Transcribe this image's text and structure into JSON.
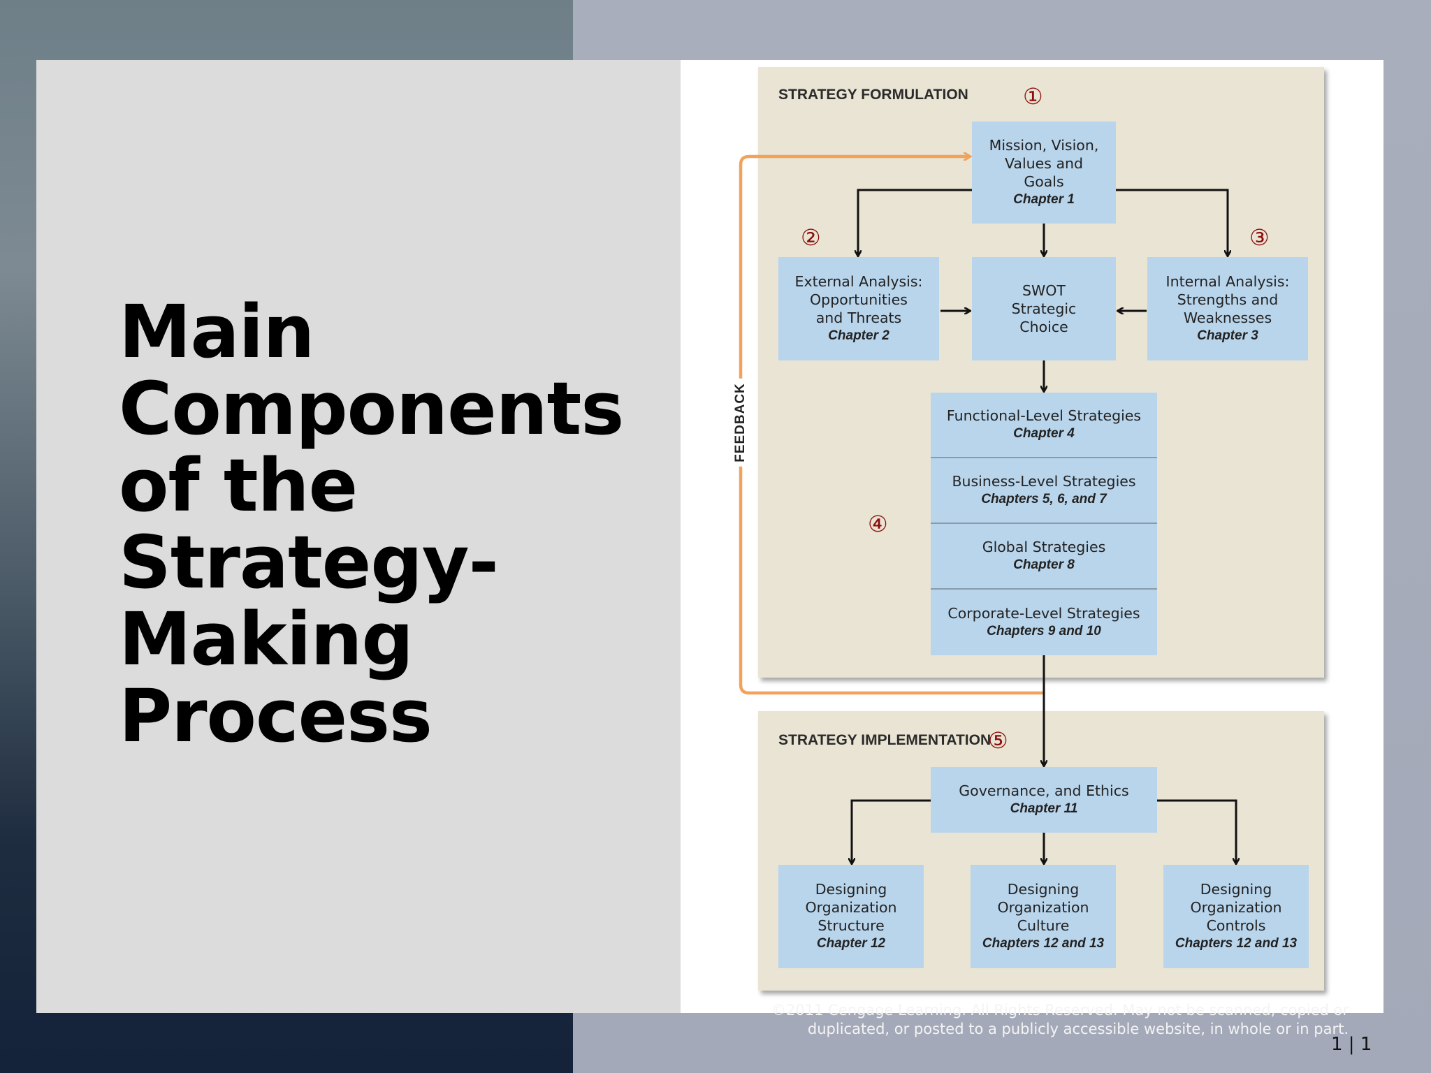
{
  "slide": {
    "title": "Main Components of the Strategy-Making Process",
    "copyright": "©2011 Cengage Learning. All Rights Reserved. May not be scanned, copied or duplicated, or posted to a publicly accessible website, in whole or in part.",
    "page_number": "1 | 1"
  },
  "diagram": {
    "formulation_heading": "STRATEGY FORMULATION",
    "implementation_heading": "STRATEGY IMPLEMENTATION",
    "feedback_label": "FEEDBACK",
    "markers": [
      "①",
      "②",
      "③",
      "④",
      "⑤"
    ],
    "mission": {
      "l1": "Mission, Vision,",
      "l2": "Values  and",
      "l3": "Goals",
      "ch": "Chapter 1"
    },
    "external": {
      "l1": "External Analysis:",
      "l2": "Opportunities",
      "l3": "and Threats",
      "ch": "Chapter 2"
    },
    "swot": {
      "l1": "SWOT",
      "l2": "Strategic",
      "l3": "Choice"
    },
    "internal": {
      "l1": "Internal Analysis:",
      "l2": "Strengths and",
      "l3": "Weaknesses",
      "ch": "Chapter 3"
    },
    "strategies": [
      {
        "label": "Functional-Level Strategies",
        "ch": "Chapter 4"
      },
      {
        "label": "Business-Level Strategies",
        "ch": "Chapters 5, 6, and 7"
      },
      {
        "label": "Global Strategies",
        "ch": "Chapter 8"
      },
      {
        "label": "Corporate-Level Strategies",
        "ch": "Chapters 9 and 10"
      }
    ],
    "governance": {
      "l1": "Governance, and Ethics",
      "ch": "Chapter 11"
    },
    "structure": {
      "l1": "Designing",
      "l2": "Organization",
      "l3": "Structure",
      "ch": "Chapter 12"
    },
    "culture": {
      "l1": "Designing",
      "l2": "Organization",
      "l3": "Culture",
      "ch": "Chapters 12 and 13"
    },
    "controls": {
      "l1": "Designing",
      "l2": "Organization",
      "l3": "Controls",
      "ch": "Chapters 12 and 13"
    }
  },
  "colors": {
    "panel": "#e9e4d3",
    "box": "#b9d5ec",
    "feedback": "#f2a25a",
    "marker": "#8b0d0d"
  }
}
